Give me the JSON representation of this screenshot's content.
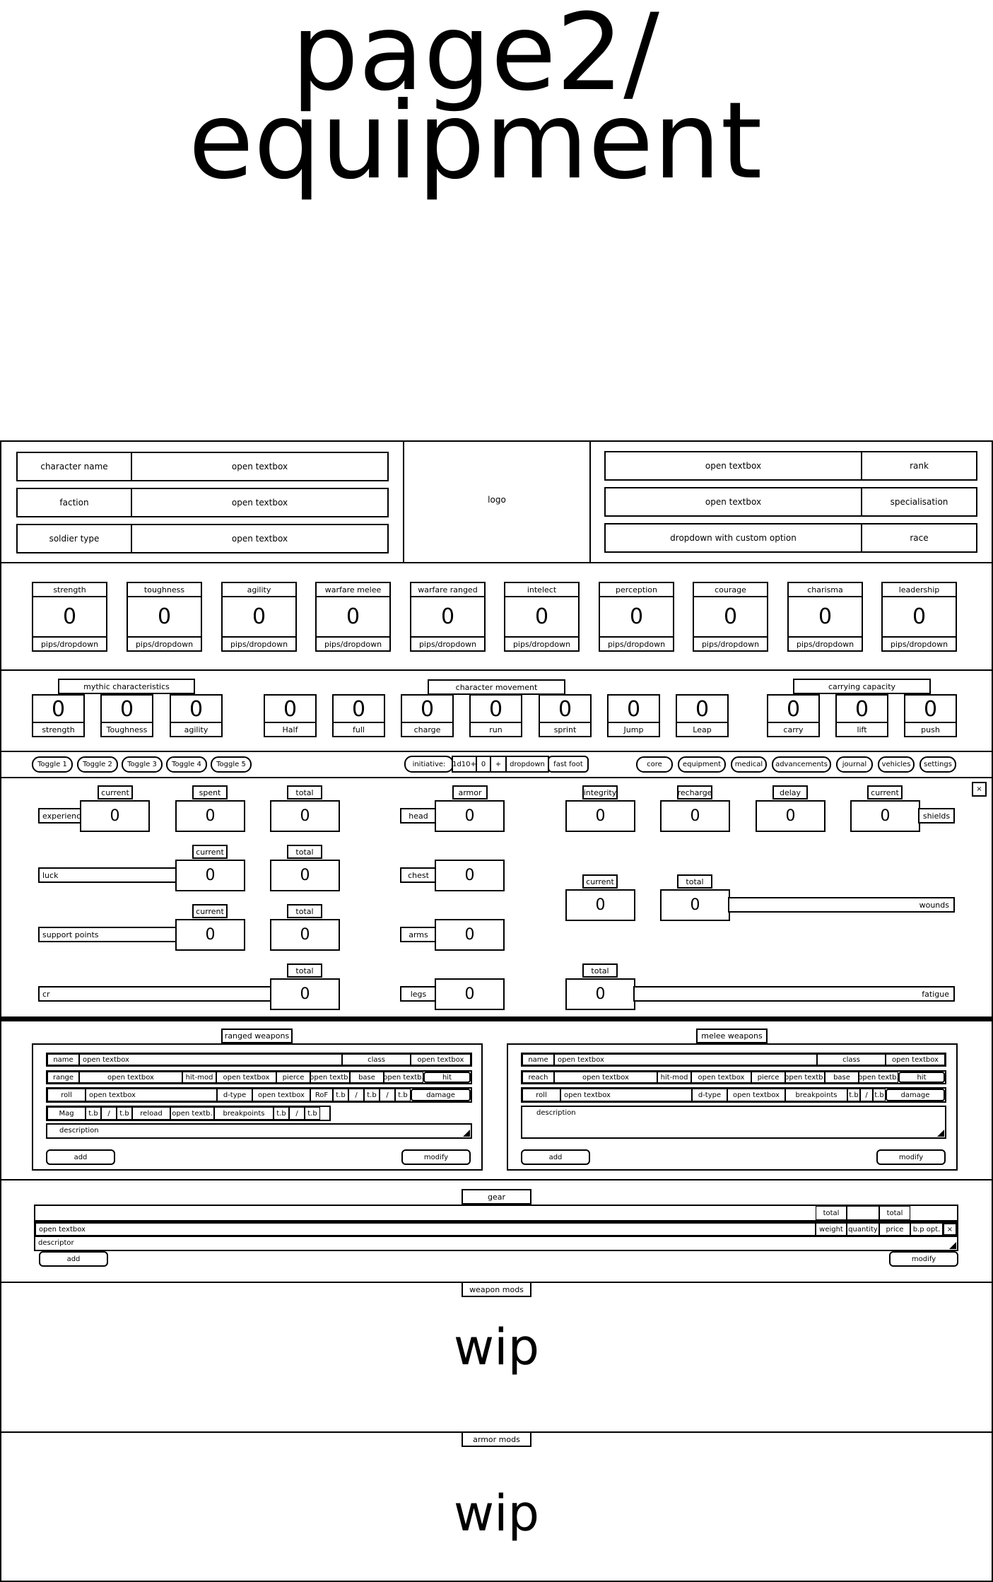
{
  "page": {
    "title_line1": "page2/",
    "title_line2": "equipment"
  },
  "header": {
    "character_name_label": "character name",
    "character_name_value": "open textbox",
    "faction_label": "faction",
    "faction_value": "open textbox",
    "soldier_type_label": "soldier type",
    "soldier_type_value": "open textbox",
    "logo": "logo",
    "rank_value": "open textbox",
    "rank_label": "rank",
    "specialisation_value": "open textbox",
    "specialisation_label": "specialisation",
    "race_value": "dropdown with custom option",
    "race_label": "race"
  },
  "stats": [
    {
      "label": "strength",
      "value": "0",
      "pips": "pips/dropdown"
    },
    {
      "label": "toughness",
      "value": "0",
      "pips": "pips/dropdown"
    },
    {
      "label": "agility",
      "value": "0",
      "pips": "pips/dropdown"
    },
    {
      "label": "warfare melee",
      "value": "0",
      "pips": "pips/dropdown"
    },
    {
      "label": "warfare ranged",
      "value": "0",
      "pips": "pips/dropdown"
    },
    {
      "label": "intelect",
      "value": "0",
      "pips": "pips/dropdown"
    },
    {
      "label": "perception",
      "value": "0",
      "pips": "pips/dropdown"
    },
    {
      "label": "courage",
      "value": "0",
      "pips": "pips/dropdown"
    },
    {
      "label": "charisma",
      "value": "0",
      "pips": "pips/dropdown"
    },
    {
      "label": "leadership",
      "value": "0",
      "pips": "pips/dropdown"
    }
  ],
  "mythic": {
    "title": "mythic characteristics",
    "items": [
      {
        "label": "strength",
        "value": "0"
      },
      {
        "label": "Toughness",
        "value": "0"
      },
      {
        "label": "agility",
        "value": "0"
      }
    ]
  },
  "movement": {
    "title": "character movement",
    "items": [
      {
        "label": "Half",
        "value": "0"
      },
      {
        "label": "full",
        "value": "0"
      },
      {
        "label": "charge",
        "value": "0"
      },
      {
        "label": "run",
        "value": "0"
      },
      {
        "label": "sprint",
        "value": "0"
      },
      {
        "label": "Jump",
        "value": "0"
      },
      {
        "label": "Leap",
        "value": "0"
      }
    ]
  },
  "carrying": {
    "title": "carrying capacity",
    "items": [
      {
        "label": "carry",
        "value": "0"
      },
      {
        "label": "lift",
        "value": "0"
      },
      {
        "label": "push",
        "value": "0"
      }
    ]
  },
  "toolbar": {
    "toggles": [
      "Toggle 1",
      "Toggle 2",
      "Toggle 3",
      "Toggle 4",
      "Toggle 5"
    ],
    "initiative_label": "initiative:",
    "initiative_dice": "1d10+",
    "initiative_value": "0",
    "initiative_plus": "+",
    "initiative_dropdown": "dropdown",
    "fast_foot": "fast foot",
    "nav": [
      "core",
      "equipment",
      "medical",
      "advancements",
      "journal",
      "vehicles",
      "settings"
    ]
  },
  "tracking": {
    "current": "current",
    "spent": "spent",
    "total": "total",
    "experience": "experience",
    "experience_current": "0",
    "experience_spent": "0",
    "experience_total": "0",
    "luck": "luck",
    "luck_current": "0",
    "luck_total": "0",
    "support": "support points",
    "support_current": "0",
    "support_total": "0",
    "cr": "cr",
    "cr_total": "0",
    "armor_title": "armor",
    "head": "head",
    "head_value": "0",
    "chest": "chest",
    "chest_value": "0",
    "arms": "arms",
    "arms_value": "0",
    "legs": "legs",
    "legs_value": "0",
    "integrity": "integrity",
    "integrity_value": "0",
    "recharge": "recharge",
    "recharge_value": "0",
    "delay": "delay",
    "delay_value": "0",
    "shields_current": "current",
    "shields_value": "0",
    "shields": "shields",
    "wounds_current": "current",
    "wounds_current_value": "0",
    "wounds_total": "total",
    "wounds_total_value": "0",
    "wounds": "wounds",
    "fatigue_total": "total",
    "fatigue_value": "0",
    "fatigue": "fatigue",
    "toggle_icon": "×"
  },
  "ranged": {
    "title": "ranged weapons",
    "row1": [
      "name",
      "open textbox",
      "class",
      "open textbox"
    ],
    "row2": [
      "range",
      "open textbox",
      "hit-mod",
      "open textbox",
      "pierce",
      "open textb.",
      "base",
      "open textb.",
      "hit"
    ],
    "row3": [
      "roll",
      "open textbox",
      "d-type",
      "open textbox",
      "RoF",
      "t.b",
      "/",
      "t.b",
      "/",
      "t.b",
      "damage"
    ],
    "row4": [
      "Mag",
      "t.b",
      "/",
      "t.b",
      "reload",
      "open textb.",
      "breakpoints",
      "t.b",
      "/",
      "t.b"
    ],
    "description": "description",
    "add": "add",
    "modify": "modify"
  },
  "melee": {
    "title": "melee weapons",
    "row1": [
      "name",
      "open textbox",
      "class",
      "open textbox"
    ],
    "row2": [
      "reach",
      "open textbox",
      "hit-mod",
      "open textbox",
      "pierce",
      "open textb.",
      "base",
      "open textb.",
      "hit"
    ],
    "row3": [
      "roll",
      "open textbox",
      "d-type",
      "open textbox",
      "breakpoints",
      "t.b",
      "/",
      "t.b",
      "damage"
    ],
    "description": "description",
    "add": "add",
    "modify": "modify"
  },
  "gear": {
    "title": "gear",
    "total1": "total",
    "total2": "total",
    "row": [
      "open textbox",
      "weight",
      "quantity",
      "price",
      "b.p opt.",
      "×"
    ],
    "descriptor": "descriptor",
    "add": "add",
    "modify": "modify"
  },
  "weapon_mods": {
    "title": "weapon mods",
    "content": "wip"
  },
  "armor_mods": {
    "title": "armor mods",
    "content": "wip"
  }
}
